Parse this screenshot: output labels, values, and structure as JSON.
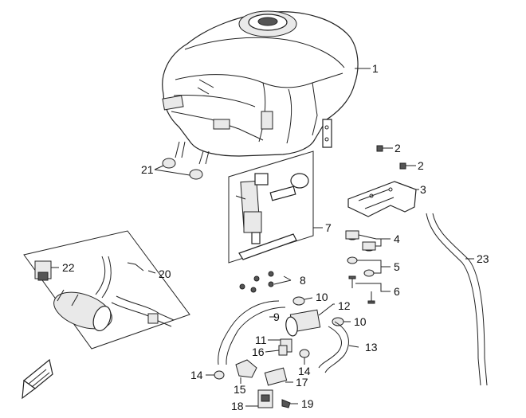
{
  "diagram": {
    "callouts": {
      "c1": "1",
      "c2a": "2",
      "c2b": "2",
      "c3": "3",
      "c4": "4",
      "c5": "5",
      "c6": "6",
      "c7": "7",
      "c8": "8",
      "c9": "9",
      "c10a": "10",
      "c10b": "10",
      "c11": "11",
      "c12": "12",
      "c13": "13",
      "c14a": "14",
      "c14b": "14",
      "c15": "15",
      "c16": "16",
      "c17": "17",
      "c18": "18",
      "c19": "19",
      "c20": "20",
      "c21": "21",
      "c22": "22",
      "c23": "23"
    },
    "icons": {
      "direction": "front-direction-arrow-icon"
    }
  }
}
